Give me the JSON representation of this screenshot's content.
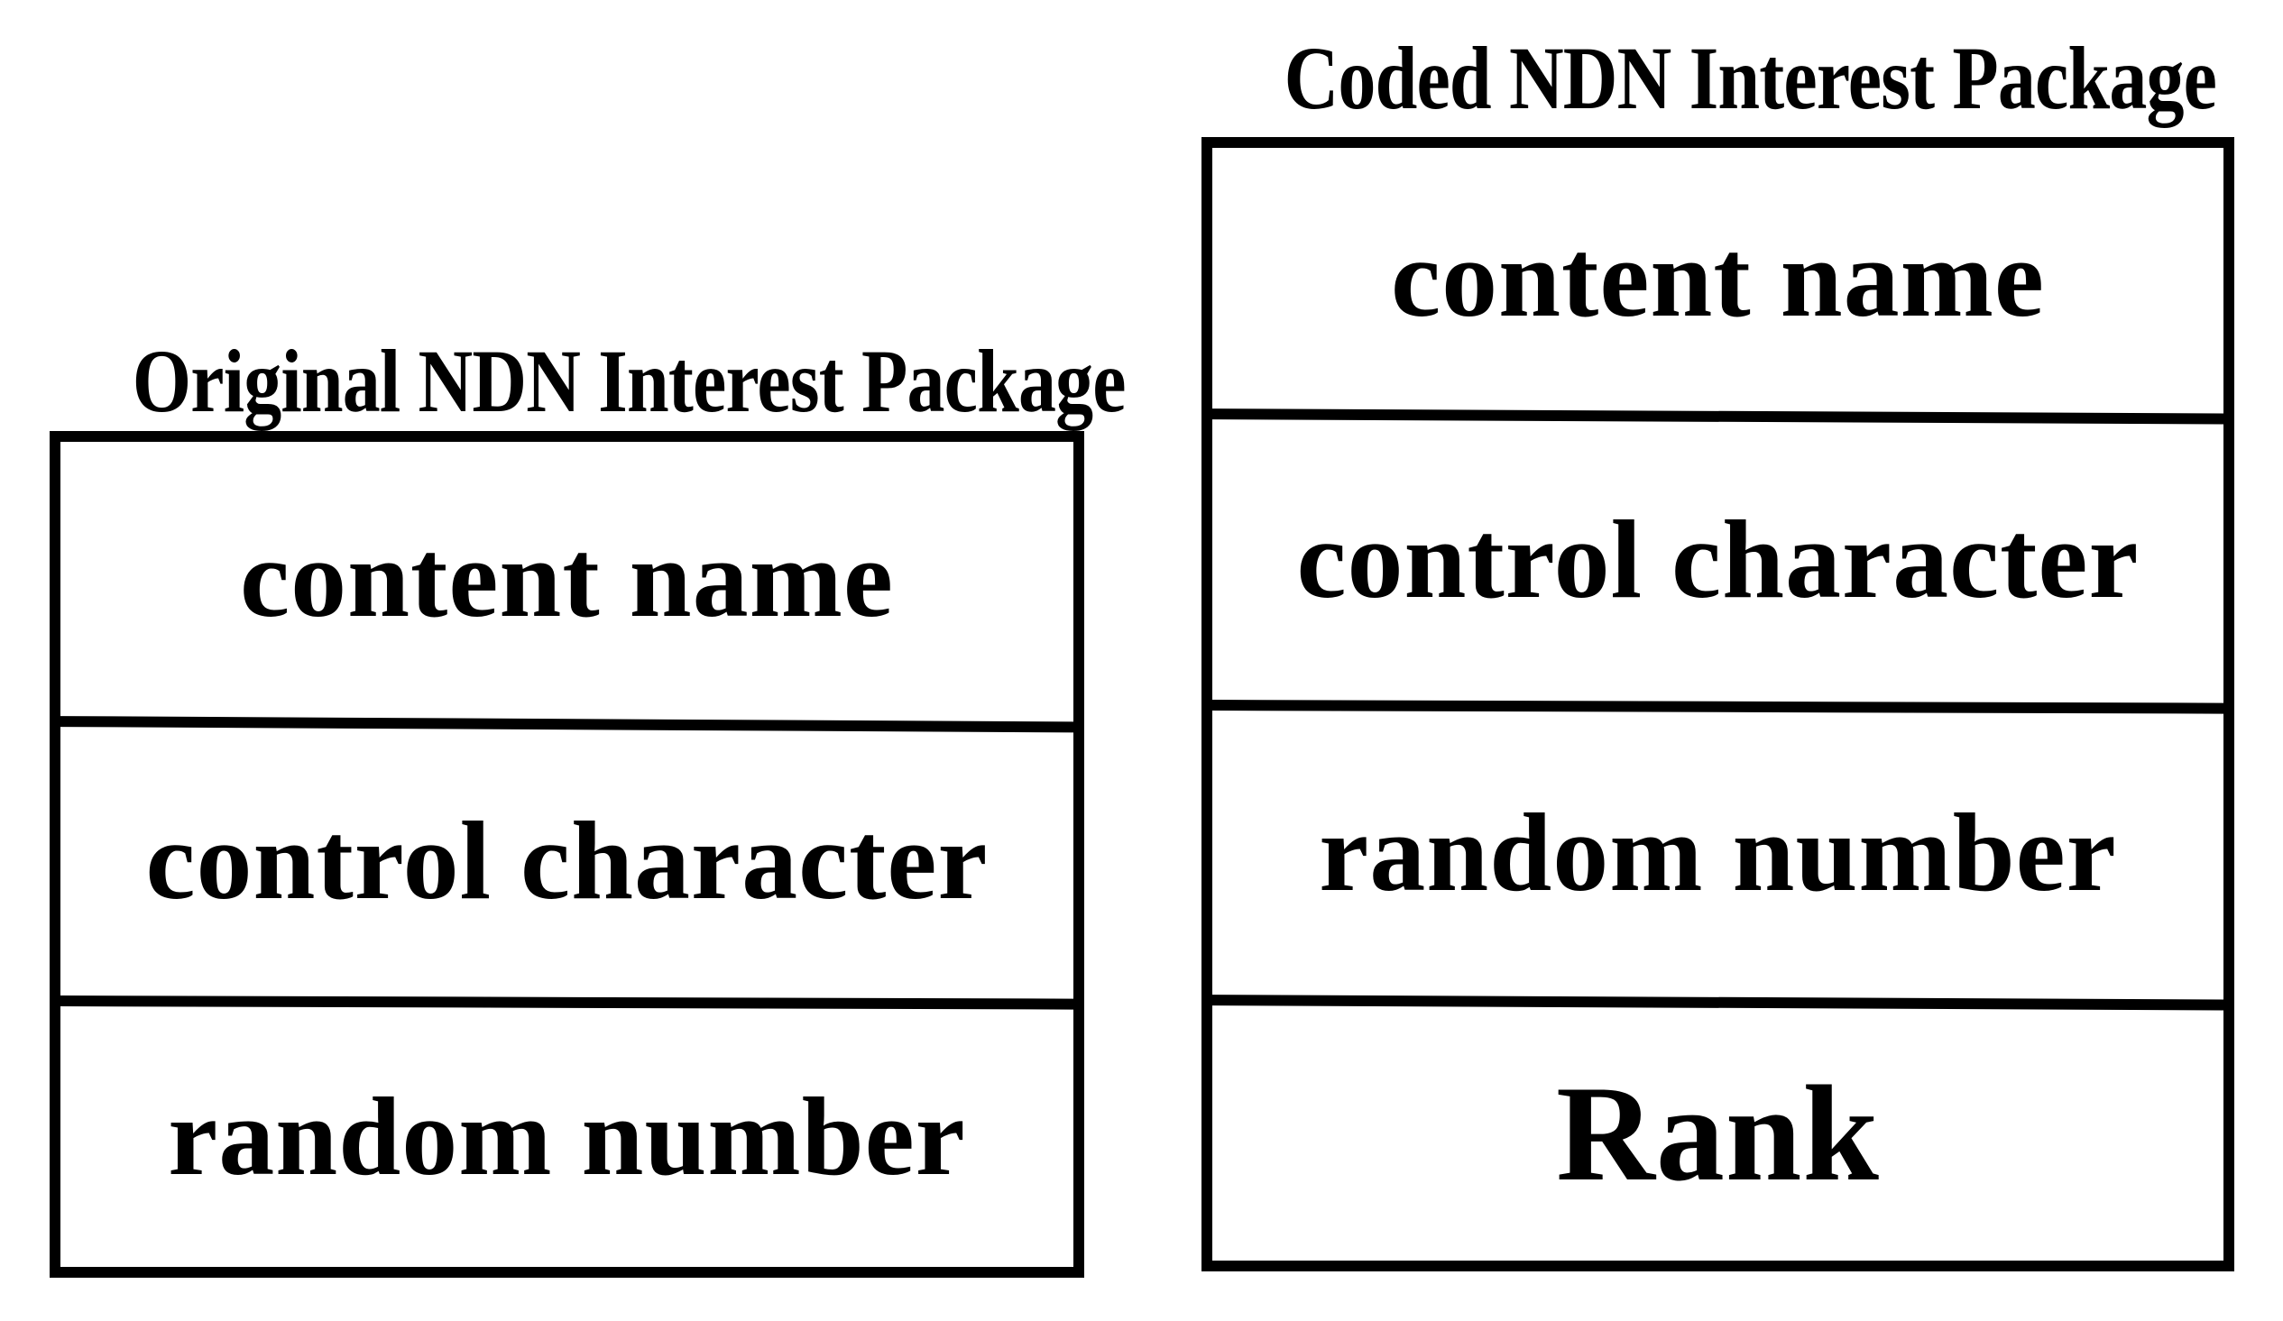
{
  "page": {
    "background_color": "#ffffff",
    "line_color": "#000000",
    "text_color": "#000000"
  },
  "diagrams": [
    {
      "id": "original-ndn-interest-package",
      "title": "Original NDN Interest Package",
      "fields": [
        "content name",
        "control character",
        "random number"
      ]
    },
    {
      "id": "coded-ndn-interest-package",
      "title": "Coded NDN Interest Package",
      "fields": [
        "content name",
        "control character",
        "random number",
        "Rank"
      ]
    }
  ]
}
